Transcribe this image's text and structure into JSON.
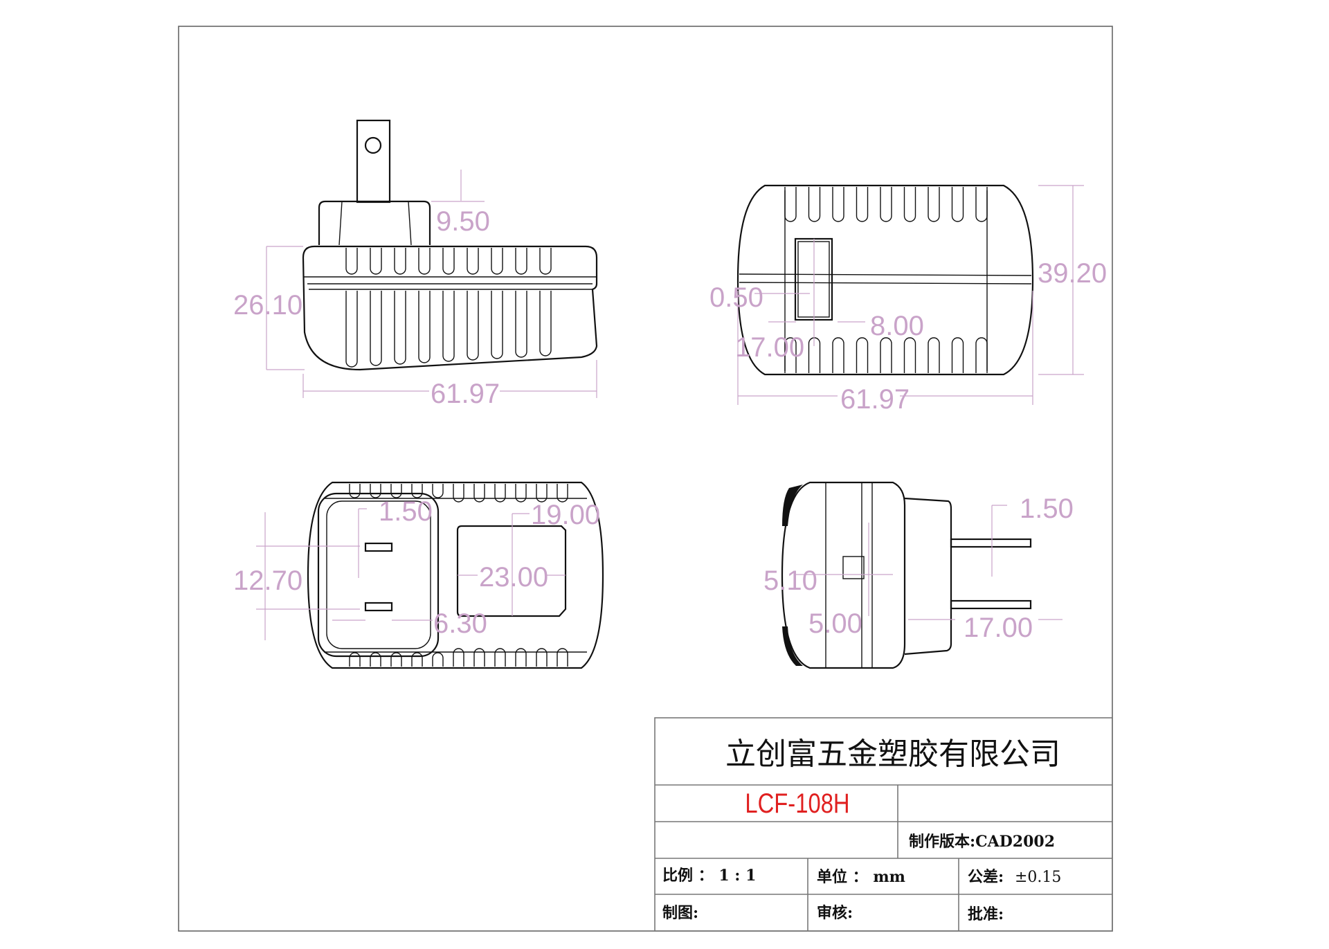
{
  "dimensions": {
    "side_view": {
      "height_top": "9.50",
      "height": "26.10",
      "length": "61.97"
    },
    "top_view": {
      "gap": "0.50",
      "window_width": "8.00",
      "offset": "17.00",
      "width": "39.20",
      "length": "61.97"
    },
    "front_view": {
      "blade_width": "1.50",
      "label_height": "19.00",
      "pin_spacing": "12.70",
      "label_width": "23.00",
      "blade_length": "6.30"
    },
    "end_view": {
      "blade_thickness": "1.50",
      "center_offset": "5.10",
      "tab_height": "5.00",
      "blade_protrusion": "17.00"
    }
  },
  "title_block": {
    "company": "立创富五金塑胶有限公司",
    "model": "LCF-108H",
    "version": "制作版本:CAD2002",
    "scale_label": "比例 ：  1 : 1",
    "unit_label": "单位 ： mm",
    "tolerance_label": "公差:",
    "tolerance_value": "±0.15",
    "drawn_by": "制图:",
    "reviewed_by": "审核:",
    "approved_by": "批准:"
  },
  "colors": {
    "dimension": "#c9a3c9",
    "model": "#e02020",
    "line": "#111111"
  }
}
